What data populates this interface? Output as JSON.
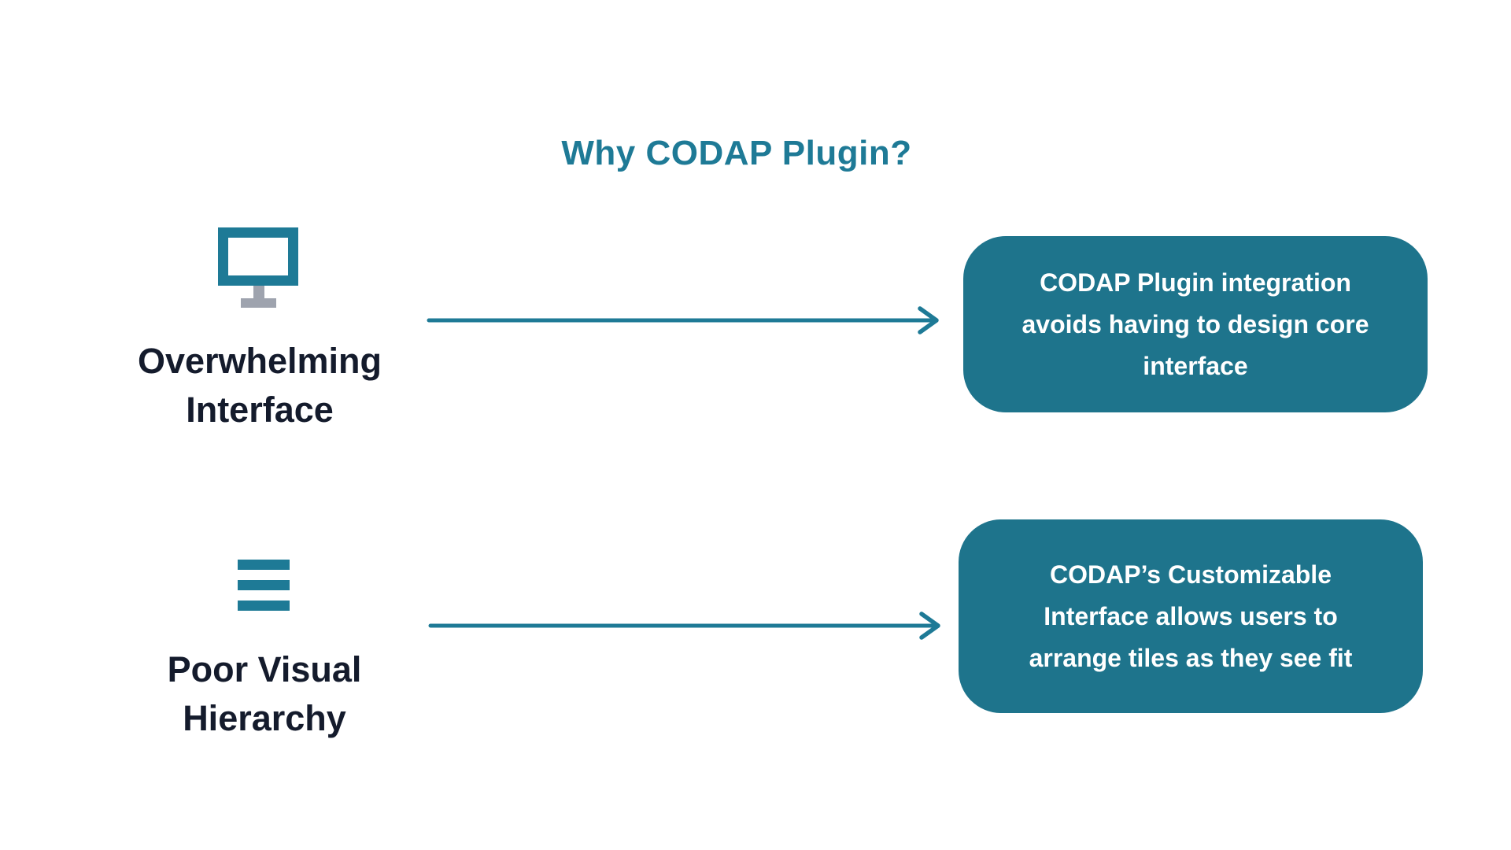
{
  "title": "Why CODAP Plugin?",
  "colors": {
    "teal": "#1e7a96",
    "box_teal": "#1e748c",
    "dark_text": "#141b2c",
    "stand_gray": "#9ea3ae"
  },
  "rows": [
    {
      "icon": "monitor-icon",
      "label_lines": [
        "Overwhelming",
        "Interface"
      ],
      "box_lines": [
        "CODAP Plugin integration",
        "avoids having to design core",
        "interface"
      ]
    },
    {
      "icon": "menu-icon",
      "label_lines": [
        "Poor Visual",
        "Hierarchy"
      ],
      "box_lines": [
        "CODAP’s Customizable",
        "Interface allows users to",
        "arrange tiles as they see fit"
      ]
    }
  ]
}
